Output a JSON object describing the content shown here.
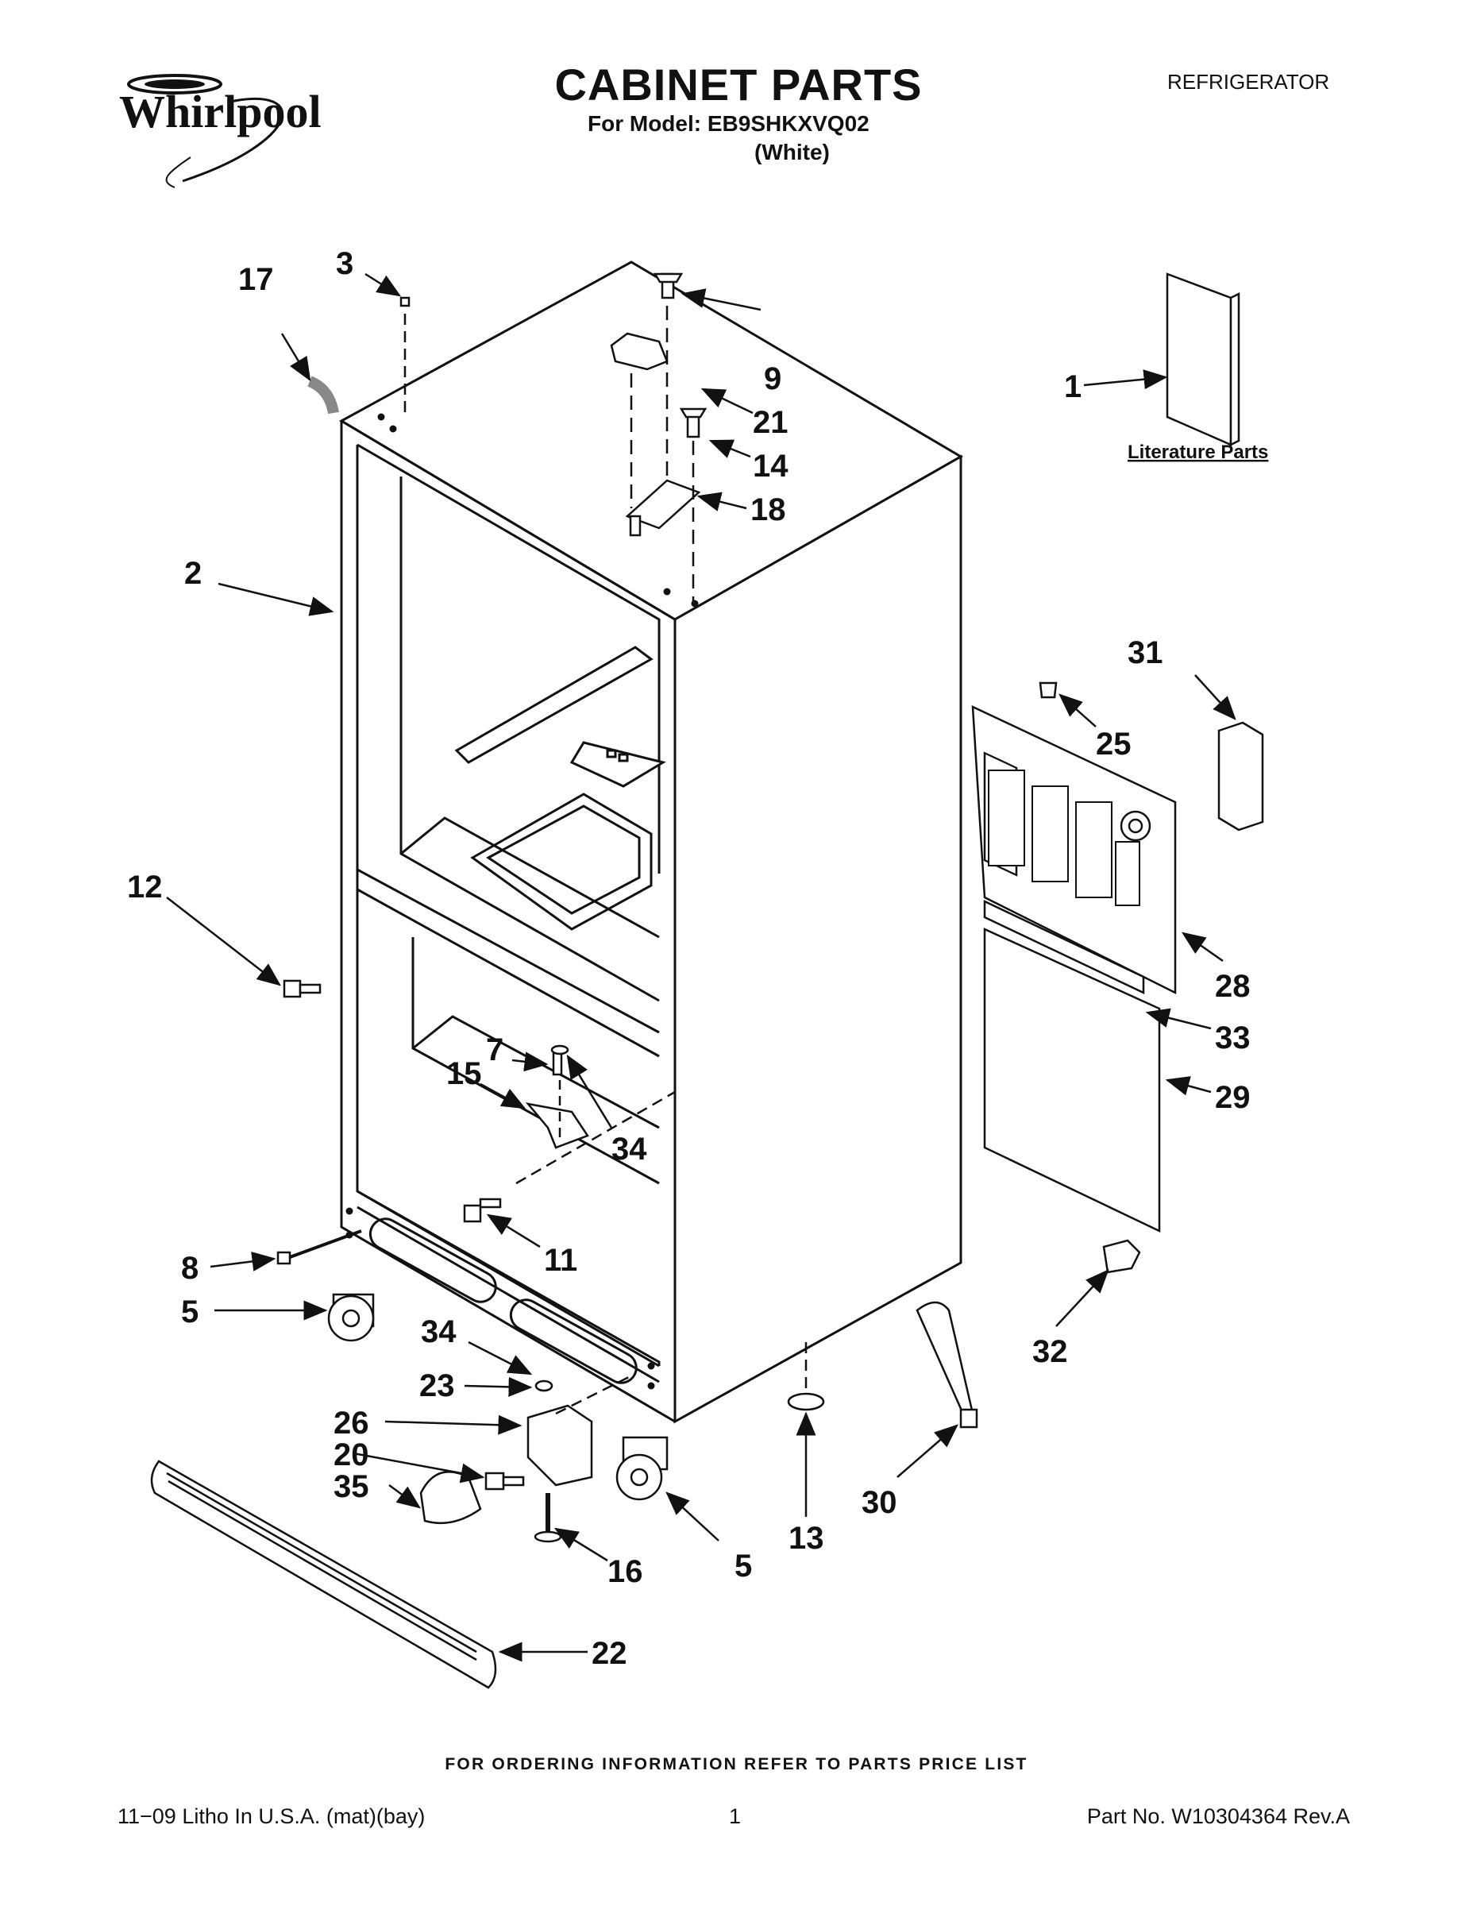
{
  "header": {
    "brand": "Whirlpool",
    "title": "CABINET PARTS",
    "model_line": "For Model: EB9SHKXVQ02",
    "variant": "(White)",
    "category": "REFRIGERATOR"
  },
  "diagram": {
    "literature_label": "Literature Parts",
    "callouts": [
      {
        "id": "c1",
        "label": "1"
      },
      {
        "id": "c2",
        "label": "2"
      },
      {
        "id": "c3",
        "label": "3"
      },
      {
        "id": "c17",
        "label": "17"
      },
      {
        "id": "c9",
        "label": "9"
      },
      {
        "id": "c21",
        "label": "21"
      },
      {
        "id": "c14",
        "label": "14"
      },
      {
        "id": "c18",
        "label": "18"
      },
      {
        "id": "c31",
        "label": "31"
      },
      {
        "id": "c25",
        "label": "25"
      },
      {
        "id": "c12",
        "label": "12"
      },
      {
        "id": "c28",
        "label": "28"
      },
      {
        "id": "c33",
        "label": "33"
      },
      {
        "id": "c29",
        "label": "29"
      },
      {
        "id": "c7",
        "label": "7"
      },
      {
        "id": "c15",
        "label": "15"
      },
      {
        "id": "c34a",
        "label": "34"
      },
      {
        "id": "c11",
        "label": "11"
      },
      {
        "id": "c8",
        "label": "8"
      },
      {
        "id": "c5a",
        "label": "5"
      },
      {
        "id": "c34b",
        "label": "34"
      },
      {
        "id": "c23",
        "label": "23"
      },
      {
        "id": "c26",
        "label": "26"
      },
      {
        "id": "c20",
        "label": "20"
      },
      {
        "id": "c35",
        "label": "35"
      },
      {
        "id": "c16",
        "label": "16"
      },
      {
        "id": "c5b",
        "label": "5"
      },
      {
        "id": "c13",
        "label": "13"
      },
      {
        "id": "c30",
        "label": "30"
      },
      {
        "id": "c32",
        "label": "32"
      },
      {
        "id": "c22",
        "label": "22"
      }
    ]
  },
  "footer": {
    "ordering_note": "FOR ORDERING INFORMATION REFER TO PARTS PRICE LIST",
    "litho": "11−09 Litho In U.S.A. (mat)(bay)",
    "page_number": "1",
    "part_number": "Part No. W10304364 Rev.A"
  }
}
